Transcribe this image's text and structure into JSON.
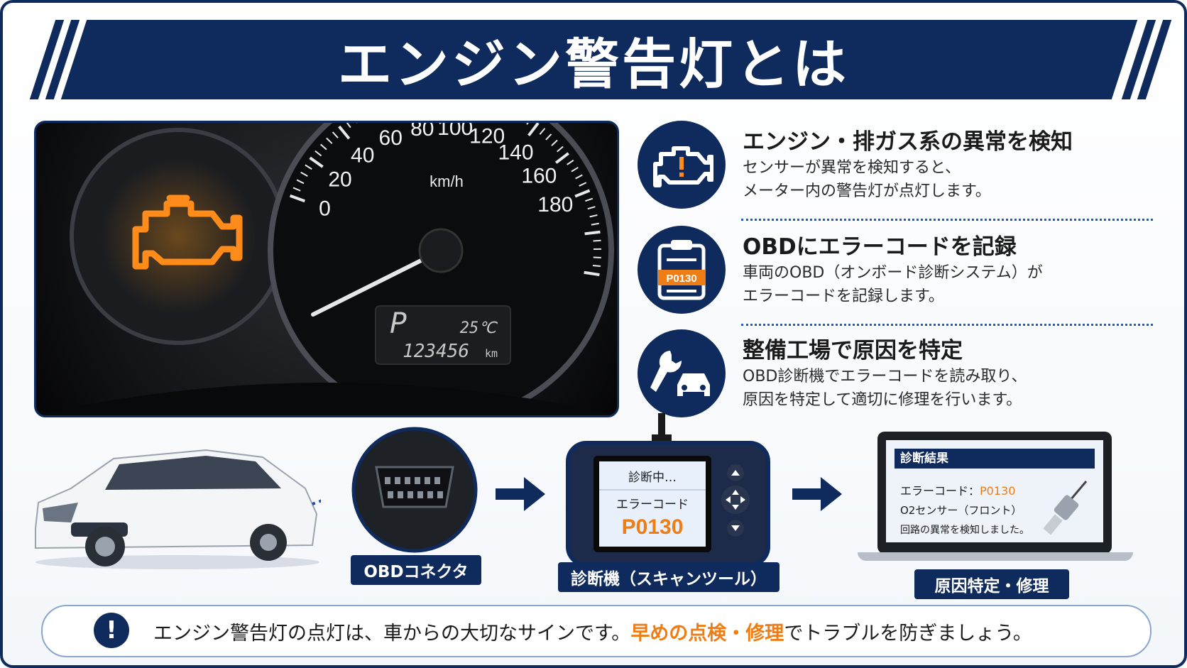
{
  "header": {
    "title": "エンジン警告灯とは"
  },
  "dashboard": {
    "speed_ticks": [
      "0",
      "20",
      "40",
      "60",
      "80",
      "100",
      "120",
      "140",
      "160",
      "180"
    ],
    "unit": "km/h",
    "gear": "P",
    "temperature": "25℃",
    "odometer": "123456",
    "odometer_unit": "km"
  },
  "features": [
    {
      "title": "エンジン・排ガス系の異常を検知",
      "desc": "センサーが異常を検知すると、\nメーター内の警告灯が点灯します。",
      "icon": "engine-warning-icon"
    },
    {
      "title": "OBDにエラーコードを記録",
      "desc": "車両のOBD（オンボード診断システム）が\nエラーコードを記録します。",
      "icon": "clipboard-icon",
      "code": "P0130"
    },
    {
      "title": "整備工場で原因を特定",
      "desc": "OBD診断機でエラーコードを読み取り、\n原因を特定して適切に修理を行います。",
      "icon": "wrench-car-icon"
    }
  ],
  "flow": {
    "connector_label": "OBDコネクタ",
    "scanner_label": "診断機（スキャンツール）",
    "scanner_screen": {
      "status": "診断中…",
      "label": "エラーコード",
      "code": "P0130"
    },
    "repair_label": "原因特定・修理",
    "laptop_screen": {
      "header": "診断結果",
      "line1_label": "エラーコード：",
      "line1_code": "P0130",
      "line2": "O2センサー（フロント）",
      "line3": "回路の異常を検知しました。"
    }
  },
  "bottom": {
    "before": "エンジン警告灯の点灯は、車からの大切なサインです。",
    "highlight": "早めの点検・修理",
    "after": "でトラブルを防ぎましょう。"
  },
  "colors": {
    "navy": "#0f2a5c",
    "orange": "#ef7d16",
    "accent_blue": "#2a5ab3"
  }
}
